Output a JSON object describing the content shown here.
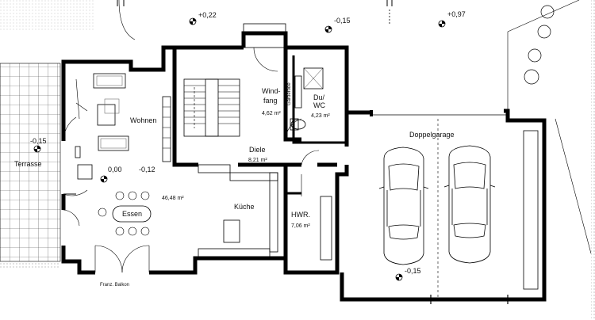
{
  "rooms": {
    "wohnen": {
      "name": "Wohnen"
    },
    "essen": {
      "name": "Essen"
    },
    "living_area": {
      "area": "46,48 m²"
    },
    "windfang": {
      "name_l1": "Wind-",
      "name_l2": "fang",
      "area": "4,62 m²"
    },
    "du_wc": {
      "name_l1": "Du/",
      "name_l2": "WC",
      "area": "4,23 m²"
    },
    "diele": {
      "name": "Diele",
      "area": "8,21 m²"
    },
    "kueche": {
      "name": "Küche"
    },
    "hwr": {
      "name": "HWR.",
      "area": "7,06 m²"
    },
    "garage": {
      "name": "Doppelgarage"
    },
    "terrasse": {
      "name": "Terrasse"
    }
  },
  "labels": {
    "garderobe": "Garderobe",
    "balkon": "Franz. Balkon"
  },
  "elevations": {
    "top_left": "+0,22",
    "top_mid": "-0,15",
    "top_right": "+0,97",
    "terrace": "-0,15",
    "living_a": "0,00",
    "living_b": "-0,12",
    "garage": "-0,15"
  },
  "colors": {
    "wall": "#000000",
    "background": "#ffffff",
    "hatch": "#333333"
  }
}
